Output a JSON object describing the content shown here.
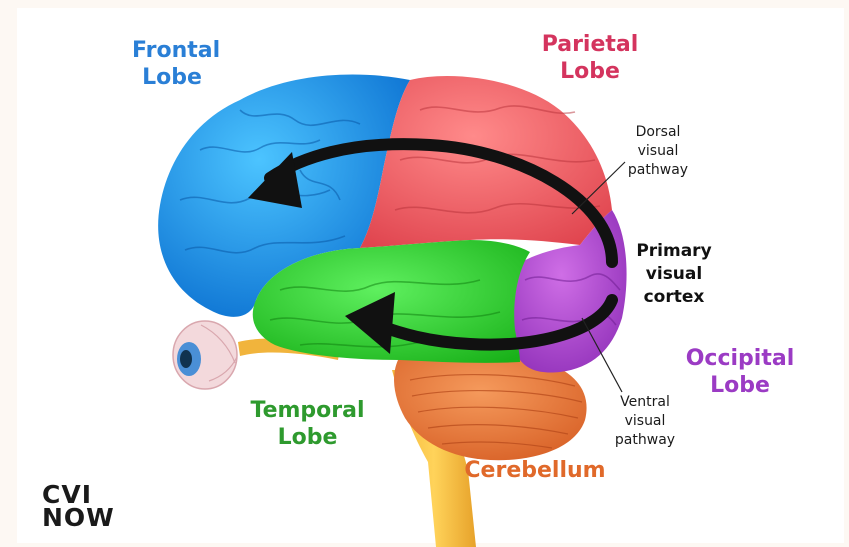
{
  "labels": {
    "frontal": "Frontal\nLobe",
    "parietal": "Parietal\nLobe",
    "occipital": "Occipital\nLobe",
    "temporal": "Temporal\nLobe",
    "cerebellum": "Cerebellum",
    "dorsal": "Dorsal\nvisual\npathway",
    "primary": "Primary\nvisual\ncortex",
    "ventral": "Ventral\nvisual\npathway"
  },
  "logo": {
    "line1": "CVI",
    "line2": "NOW"
  },
  "colors": {
    "frontal": "#2a7fd6",
    "parietal": "#d4345e",
    "occipital": "#9b3bc4",
    "temporal": "#2e9a2e",
    "cerebellum": "#e0692a",
    "arrow": "#111111"
  }
}
